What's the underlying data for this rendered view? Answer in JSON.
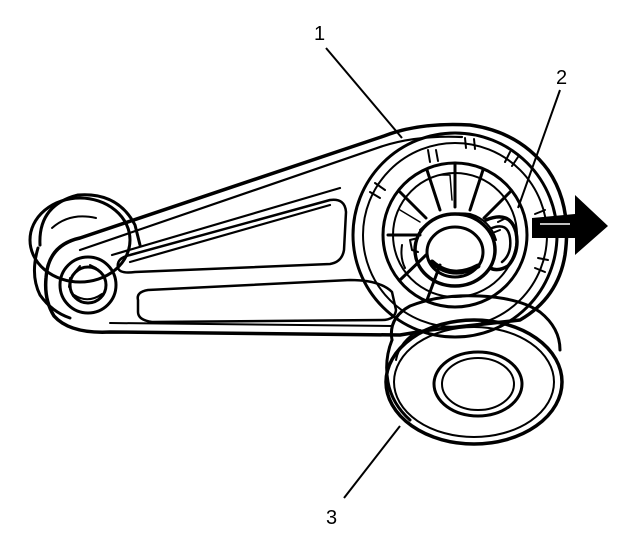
{
  "callouts": [
    {
      "id": "1",
      "label": "1"
    },
    {
      "id": "2",
      "label": "2"
    },
    {
      "id": "3",
      "label": "3"
    }
  ],
  "colors": {
    "line": "#000000",
    "background": "#ffffff"
  },
  "icons": {
    "arrow": "right-arrow-icon"
  }
}
